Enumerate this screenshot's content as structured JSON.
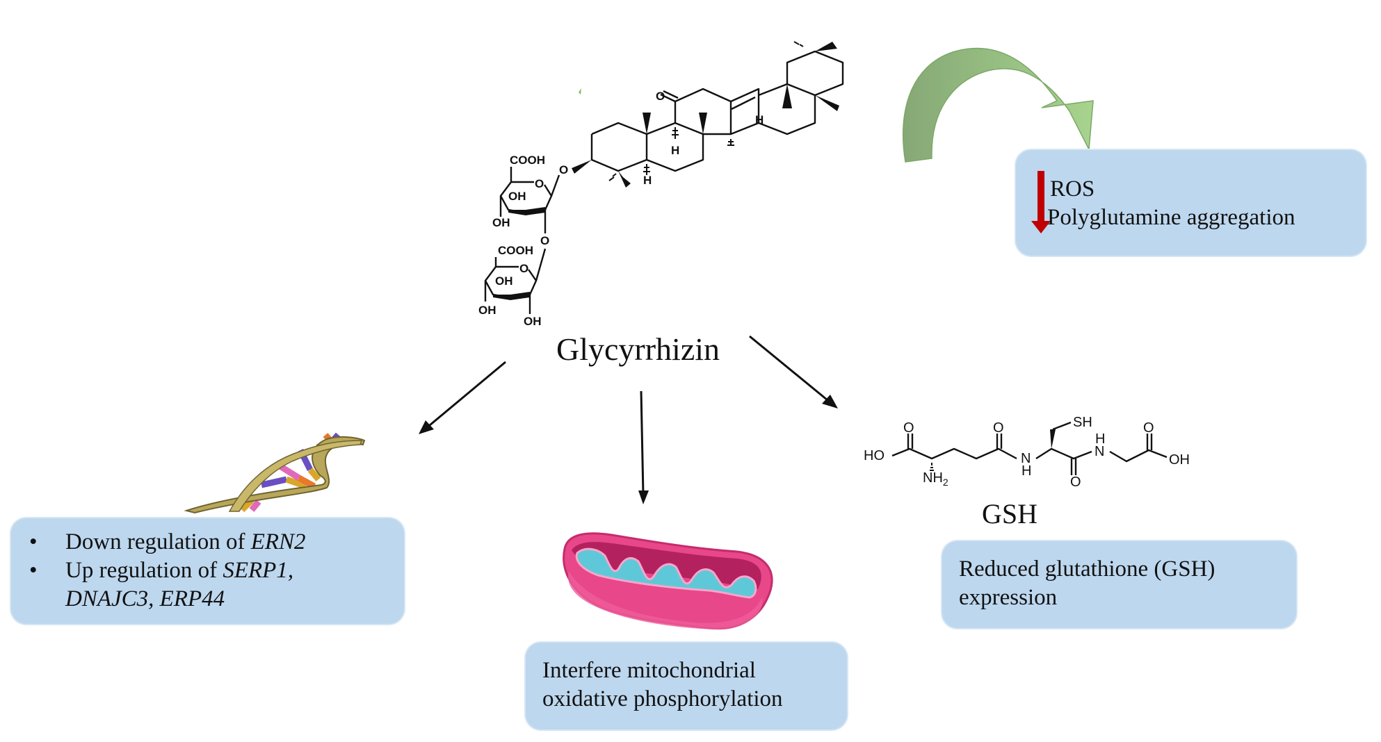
{
  "center": {
    "compound_name": "Glycyrrhizin",
    "structure_labels": {
      "ketone_o": "O",
      "glycoside_o": "O",
      "ring_o1": "O",
      "ring_o2": "O",
      "link_o": "O",
      "cooh1": "COOH",
      "cooh2": "COOH",
      "oh": "OH",
      "h": "H"
    }
  },
  "effects": {
    "ros_box": {
      "direction_icon": "down-arrow-icon",
      "arrow_color": "#c00000",
      "lines": [
        "ROS",
        "Polyglutamine aggregation"
      ]
    },
    "gene_box": {
      "items": [
        {
          "bullet": "•",
          "prefix": "Down regulation of ",
          "gene": "ERN2"
        },
        {
          "bullet": "•",
          "prefix": "Up regulation of ",
          "gene": "SERP1,"
        }
      ],
      "continuation": "DNAJC3, ERP44"
    },
    "mito_box": {
      "lines": [
        "Interfere mitochondrial",
        "oxidative phosphorylation"
      ]
    },
    "gsh_box": {
      "lines": [
        "Reduced glutathione (GSH)",
        "expression"
      ]
    }
  },
  "gsh_structure": {
    "name": "GSH",
    "labels": {
      "ho": "HO",
      "o": "O",
      "nh2_n": "NH",
      "nh2_sub": "2",
      "n": "N",
      "h": "H",
      "sh": "SH",
      "oh": "OH"
    }
  },
  "colors": {
    "box_fill": "#bdd7ee",
    "curved_arrow": "#8fbf7a",
    "mito_pink": "#e8478a",
    "mito_cyan": "#5fc8d8"
  }
}
